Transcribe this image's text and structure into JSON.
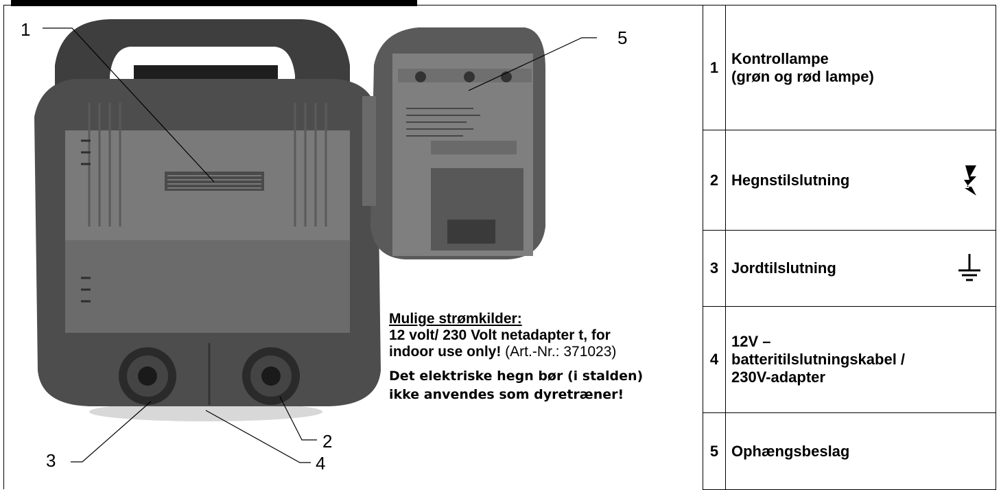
{
  "callouts": {
    "c1": "1",
    "c2": "2",
    "c3": "3",
    "c4": "4",
    "c5": "5"
  },
  "power_sources": {
    "heading": "Mulige strømkilder:",
    "line1": "12 volt/ 230 Volt netadapter t, for",
    "line2_bold": "indoor use only!",
    "line2_normal": " (Art.-Nr.: 371023)"
  },
  "warning": {
    "line1": "Det elektriske hegn bør (i stalden)",
    "line2": "ikke anvendes som dyretræner!"
  },
  "legend": [
    {
      "num": "1",
      "label_a": "Kontrollampe",
      "label_b": "(grøn og rød lampe)"
    },
    {
      "num": "2",
      "label_a": "Hegnstilslutning",
      "icon": "lightning-bolt-icon"
    },
    {
      "num": "3",
      "label_a": "Jordtilslutning",
      "icon": "ground-symbol-icon"
    },
    {
      "num": "4",
      "label_a": "12V –",
      "label_b": "batteritilslutningskabel /",
      "label_c": "230V-adapter"
    },
    {
      "num": "5",
      "label_a": "Ophængsbeslag"
    }
  ]
}
